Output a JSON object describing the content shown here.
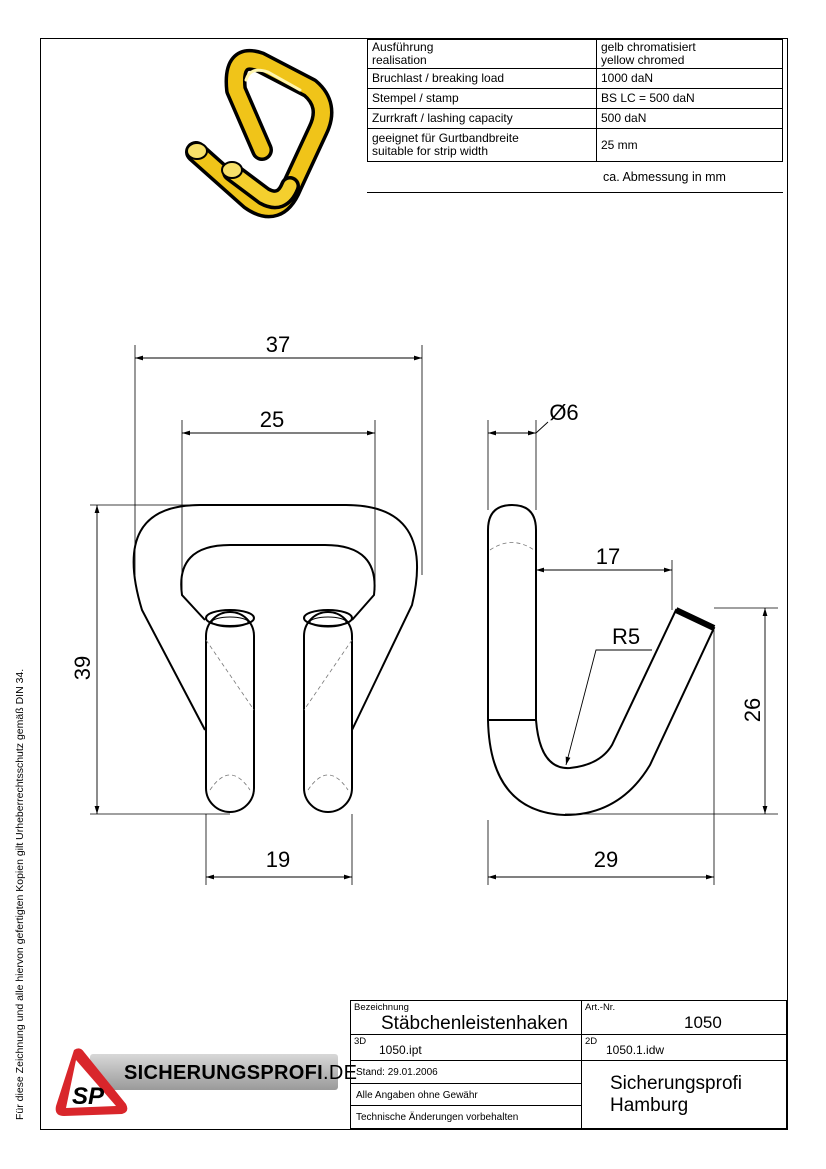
{
  "specs": {
    "rows": [
      {
        "l1": "Ausführung",
        "l2": "realisation",
        "v1": "gelb chromatisiert",
        "v2": "yellow chromed"
      },
      {
        "l1": "Bruchlast / breaking load",
        "l2": "",
        "v1": "1000 daN",
        "v2": ""
      },
      {
        "l1": "Stempel / stamp",
        "l2": "",
        "v1": "BS LC = 500 daN",
        "v2": ""
      },
      {
        "l1": "Zurrkraft / lashing capacity",
        "l2": "",
        "v1": "500 daN",
        "v2": ""
      },
      {
        "l1": "geeignet für Gurtbandbreite",
        "l2": "suitable for strip width",
        "v1": "25 mm",
        "v2": ""
      }
    ],
    "note": "ca. Abmessung in mm"
  },
  "dims": {
    "d37": "37",
    "d25": "25",
    "d39": "39",
    "d19": "19",
    "d6": "Ø6",
    "d17": "17",
    "r5": "R5",
    "d26": "26",
    "d29": "29"
  },
  "titleblock": {
    "bez_label": "Bezeichnung",
    "name": "Stäbchenleistenhaken",
    "art_label": "Art.-Nr.",
    "art_no": "1050",
    "f3d_label": "3D",
    "f3d": "1050.ipt",
    "f2d_label": "2D",
    "f2d": "1050.1.idw",
    "stand": "Stand: 29.01.2006",
    "angaben": "Alle Angaben ohne Gewähr",
    "aenderung": "Technische Änderungen vorbehalten",
    "company1": "Sicherungsprofi",
    "company2": "Hamburg"
  },
  "logo": {
    "initials": "SP",
    "text": "SICHERUNGSPROFI",
    "suffix": ".DE",
    "color": "#d9262b"
  },
  "copyright": "Für diese Zeichnung und alle hiervon gefertigten Kopien gilt Urheberrechtsschutz gemäß DIN 34.",
  "colors": {
    "hook_yellow": "#f0c419"
  }
}
